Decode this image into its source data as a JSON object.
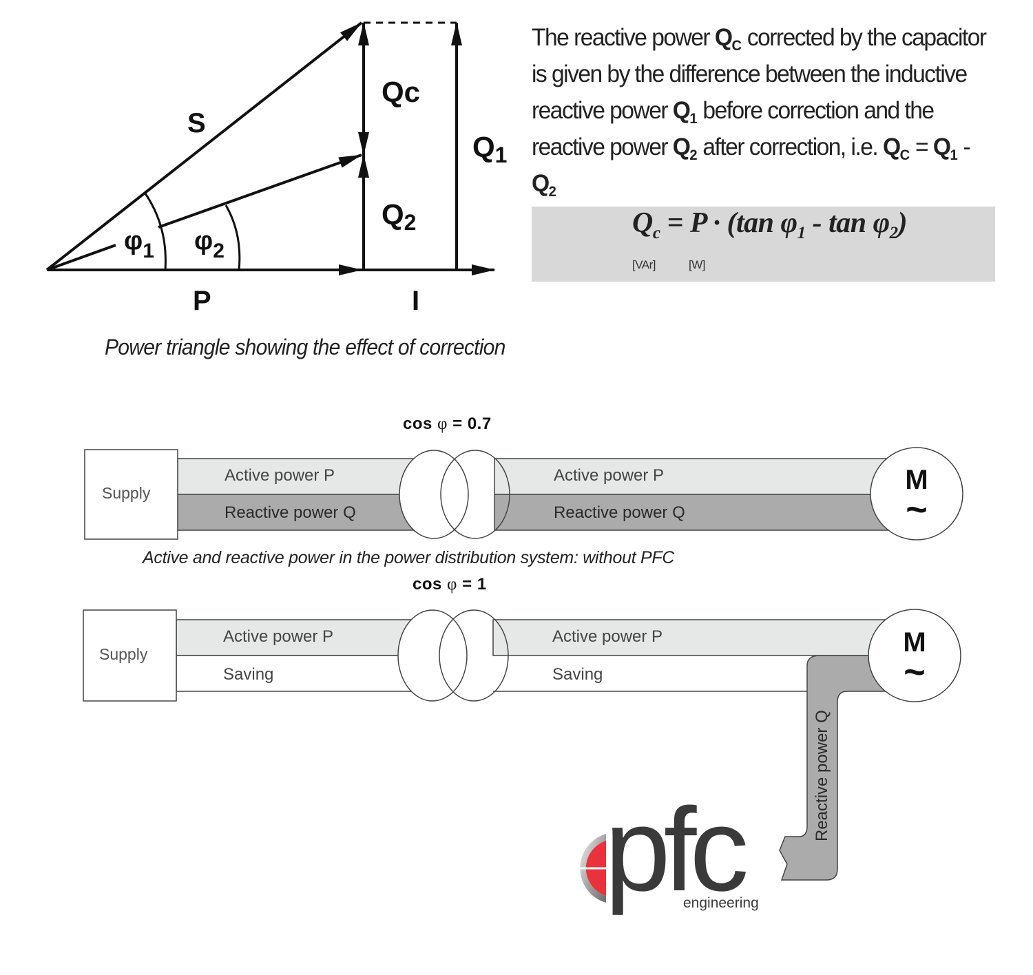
{
  "triangle": {
    "labels": {
      "s": "S",
      "qc": "Qc",
      "q1": "Q",
      "q1_sub": "1",
      "q2": "Q",
      "q2_sub": "2",
      "phi1": "φ",
      "phi1_sub": "1",
      "phi2": "φ",
      "phi2_sub": "2",
      "p": "P",
      "i": "I"
    },
    "caption": "Power triangle showing the effect of correction"
  },
  "explanation": {
    "t1": "The reactive power ",
    "qc": "Q",
    "qc_sub": "C",
    "t2": " corrected by the capacitor is given by the difference between the inductive reactive power ",
    "q1": "Q",
    "q1_sub": "1",
    "t3": " before correction and the reactive power ",
    "q2": "Q",
    "q2_sub": "2",
    "t4": " after correction, i.e. ",
    "eq_qc": "Q",
    "eq_qc_sub": "C",
    "eq_eq": " = ",
    "eq_q1": "Q",
    "eq_q1_sub": "1",
    "eq_minus": " - ",
    "eq_q2": "Q",
    "eq_q2_sub": "2"
  },
  "formula": {
    "lhs": "Q",
    "lhs_sub": "c",
    "mid": " = P · (tan φ",
    "sub1": "1",
    "mid2": " - tan φ",
    "sub2": "2",
    "end": ")",
    "unit_var": "[VAr]",
    "unit_w": "[W]"
  },
  "without_pfc": {
    "cos_prefix": "cos ",
    "cos_phi": "φ",
    "cos_suffix": " = 0.7",
    "supply": "Supply",
    "left_active": "Active power P",
    "left_reactive": "Reactive power Q",
    "right_active": "Active power P",
    "right_reactive": "Reactive power Q",
    "motor": "M",
    "motor_tilde": "~",
    "caption": "Active and reactive power in the power distribution system: without PFC"
  },
  "with_pfc": {
    "cos_prefix": "cos ",
    "cos_phi": "φ",
    "cos_suffix": " = 1",
    "supply": "Supply",
    "left_active": "Active power P",
    "left_saving": "Saving",
    "right_active": "Active power P",
    "right_saving": "Saving",
    "reactive_vertical": "Reactive power Q",
    "motor": "M",
    "motor_tilde": "~"
  },
  "logo": {
    "word": "pfc",
    "sub": "engineering",
    "accent_color": "#e8323c",
    "text_color": "#3a3a3a"
  },
  "colors": {
    "active_band": "#e6e7e7",
    "reactive_band": "#ababab",
    "formula_bg": "#d8d8d8"
  }
}
